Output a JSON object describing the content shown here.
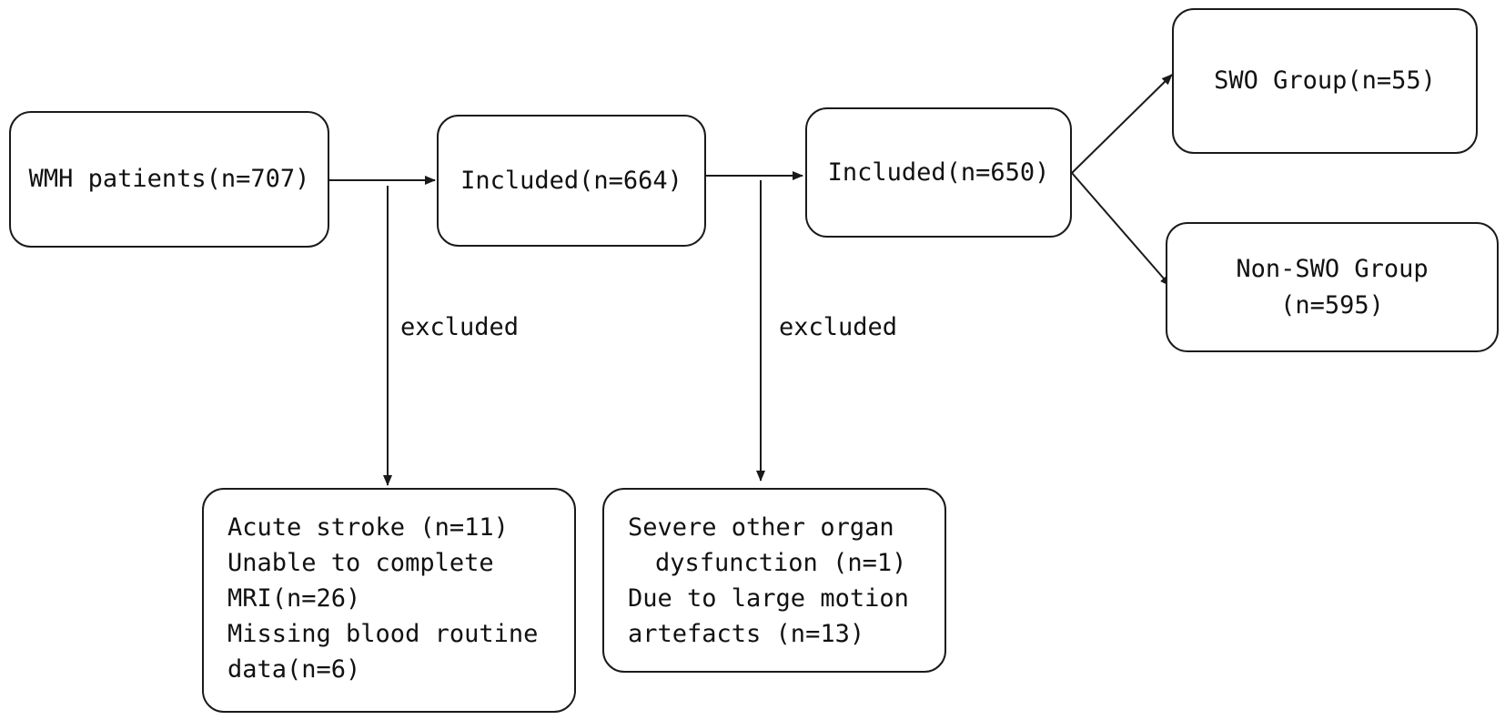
{
  "nodes": {
    "wmh": "WMH patients(n=707)",
    "included1": "Included(n=664)",
    "included2": "Included(n=650)",
    "swo": "SWO Group(n=55)",
    "nonswo_line1": "Non-SWO Group",
    "nonswo_line2": "(n=595)"
  },
  "edge_labels": {
    "excluded1": "excluded",
    "excluded2": "excluded"
  },
  "exclusions1": [
    "Acute stroke (n=11)",
    "Unable to complete",
    "MRI(n=26)",
    "Missing blood routine",
    "data(n=6)"
  ],
  "exclusions2": [
    "Severe other organ",
    "dysfunction (n=1)",
    "Due to large motion",
    "artefacts (n=13)"
  ]
}
